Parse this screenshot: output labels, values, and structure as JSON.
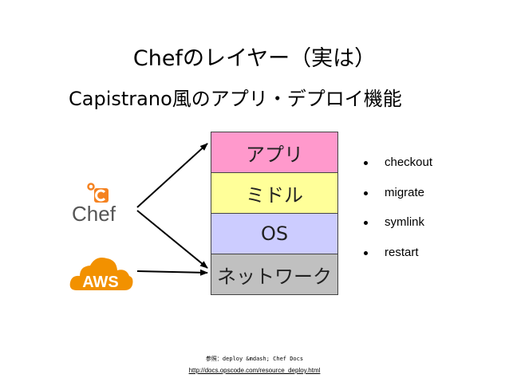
{
  "slide": {
    "title": "Chefのレイヤー（実は）",
    "subtitle": "Capistrano風のアプリ・デプロイ機能"
  },
  "layers": [
    {
      "label": "アプリ",
      "color": "#ff99cc"
    },
    {
      "label": "ミドル",
      "color": "#ffff99"
    },
    {
      "label": "OS",
      "color": "#ccccff"
    },
    {
      "label": "ネットワーク",
      "color": "#c0c0c0"
    }
  ],
  "bullets": [
    "checkout",
    "migrate",
    "symlink",
    "restart"
  ],
  "logos": {
    "chef_text": "Chef",
    "chef_icon": "chef-c-icon",
    "aws_text": "AWS",
    "aws_icon": "aws-cloud-icon",
    "chef_accent": "#f58220",
    "aws_accent": "#f29100"
  },
  "reference": {
    "line1": "参照：deploy &mdash; Chef Docs",
    "line2": "http://docs.opscode.com/resource_deploy.html"
  }
}
